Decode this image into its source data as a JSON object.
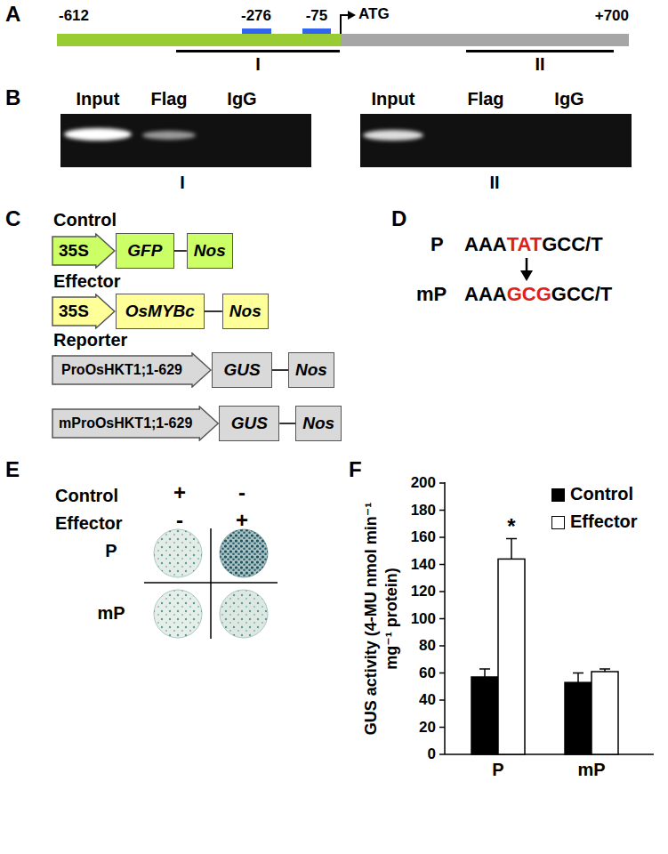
{
  "diagram": {
    "nodes": [
      {
        "text": [
          "35S"
        ]
      },
      {
        "text": [
          "GFP"
        ]
      },
      {
        "text": [
          "Nos"
        ]
      },
      {
        "text": [
          "35S"
        ]
      },
      {
        "text": [
          "OsMYBc"
        ]
      },
      {
        "text": [
          "Nos"
        ]
      },
      {
        "text": [
          "ProOsHKT1;1-629"
        ]
      },
      {
        "text": [
          "GUS"
        ]
      },
      {
        "text": [
          "Nos"
        ]
      },
      {
        "text": [
          "mProOsHKT1;1-629"
        ]
      },
      {
        "text": [
          "GUS"
        ]
      },
      {
        "text": [
          "Nos"
        ]
      }
    ],
    "edges": [
      {
        "from": 1,
        "to": 2,
        "arrow": "none"
      },
      {
        "from": 4,
        "to": 5,
        "arrow": "none"
      },
      {
        "from": 7,
        "to": 8,
        "arrow": "none"
      },
      {
        "from": 10,
        "to": 11,
        "arrow": "none"
      }
    ],
    "labels": [
      "A",
      "-612",
      "-276",
      "-75",
      "ATG",
      "+700",
      "I",
      "II",
      "B",
      "Input",
      "Flag",
      "IgG",
      "I",
      "Input",
      "Flag",
      "IgG",
      "II",
      "C",
      "Control",
      "Effector",
      "Reporter",
      "D",
      "P",
      "AAA",
      "TAT",
      "GCC/T",
      "mP",
      "AAA",
      "GCG",
      "GCC/T",
      "E",
      "Control",
      "+",
      "-",
      "Effector",
      "-",
      "+",
      "P",
      "mP",
      "F",
      "GUS activity (4-MU nmol min⁻¹ mg⁻¹ protein)",
      "200",
      "180",
      "160",
      "140",
      "120",
      "100",
      "80",
      "60",
      "40",
      "20",
      "0",
      "*",
      "P",
      "mP"
    ],
    "legend": [
      {
        "text": "Control",
        "color": "#000000"
      },
      {
        "text": "Effector",
        "color": "#ffffff"
      }
    ]
  }
}
